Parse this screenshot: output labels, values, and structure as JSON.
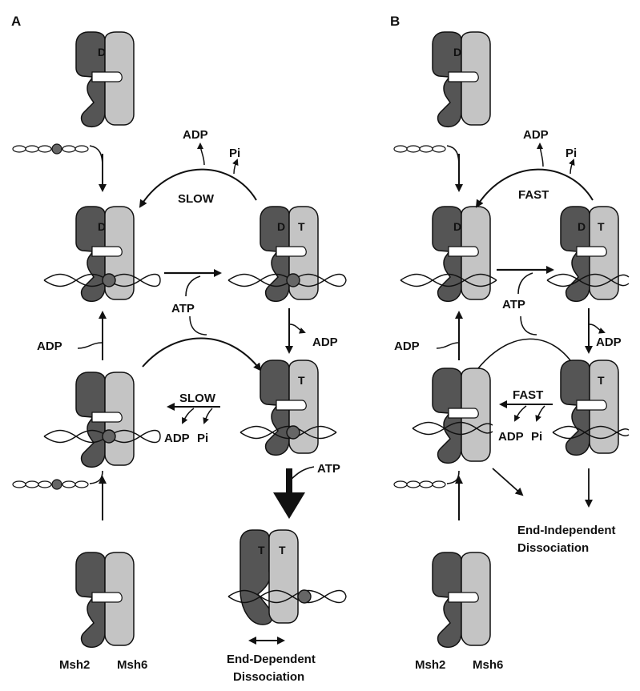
{
  "panels": {
    "a": {
      "label": "A",
      "top_nucleotide": "D",
      "cycle_state1_nucleotides": [
        "D"
      ],
      "cycle_state2_nucleotides": [
        "D",
        "T"
      ],
      "cycle_state3_nucleotides": [
        "T"
      ],
      "adp_release_label": "ADP",
      "pi_release_label": "Pi",
      "hydrolysis_rate": "SLOW",
      "atp_label": "ATP",
      "adp_out_right": "ADP",
      "adp_in_left": "ADP",
      "lower_rate": "SLOW",
      "lower_adp": "ADP",
      "lower_pi": "Pi",
      "atp_big_label": "ATP",
      "final_nucleotides": [
        "T",
        "T"
      ],
      "protein_left": "Msh2",
      "protein_right": "Msh6",
      "outcome_line1": "End-Dependent",
      "outcome_line2": "Dissociation"
    },
    "b": {
      "label": "B",
      "top_nucleotide": "D",
      "cycle_state1_nucleotides": [
        "D"
      ],
      "cycle_state2_nucleotides": [
        "D",
        "T"
      ],
      "cycle_state3_nucleotides": [
        "T"
      ],
      "adp_release_label": "ADP",
      "pi_release_label": "Pi",
      "hydrolysis_rate": "FAST",
      "atp_label": "ATP",
      "adp_out_right": "ADP",
      "adp_in_left": "ADP",
      "lower_rate": "FAST",
      "lower_adp": "ADP",
      "lower_pi": "Pi",
      "protein_left": "Msh2",
      "protein_right": "Msh6",
      "outcome_line1": "End-Independent",
      "outcome_line2": "Dissociation"
    }
  },
  "colors": {
    "msh2": "#555555",
    "msh6": "#c4c4c4",
    "ink": "#111111",
    "dna_fill": "#ffffff",
    "mismatch": "#666666"
  }
}
